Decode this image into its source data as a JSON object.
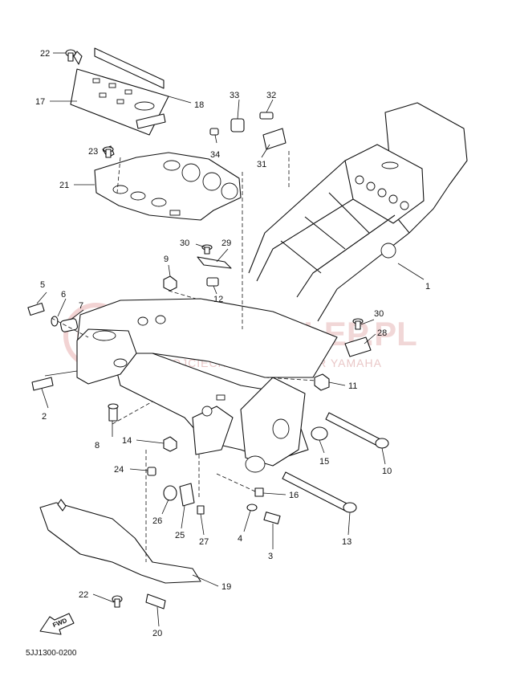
{
  "watermark": {
    "main": "YAMASKLEP.PL",
    "sub": "WOJCIECHOWSCY DEALER YAMAHA"
  },
  "diagram_code": "5JJ1300-0200",
  "fwd_label": "FWD",
  "callouts": [
    {
      "id": "1",
      "label": "1"
    },
    {
      "id": "2",
      "label": "2"
    },
    {
      "id": "3",
      "label": "3"
    },
    {
      "id": "4",
      "label": "4"
    },
    {
      "id": "5",
      "label": "5"
    },
    {
      "id": "6",
      "label": "6"
    },
    {
      "id": "7",
      "label": "7"
    },
    {
      "id": "8",
      "label": "8"
    },
    {
      "id": "9",
      "label": "9"
    },
    {
      "id": "10",
      "label": "10"
    },
    {
      "id": "11",
      "label": "11"
    },
    {
      "id": "12",
      "label": "12"
    },
    {
      "id": "13",
      "label": "13"
    },
    {
      "id": "14",
      "label": "14"
    },
    {
      "id": "15",
      "label": "15"
    },
    {
      "id": "16",
      "label": "16"
    },
    {
      "id": "17",
      "label": "17"
    },
    {
      "id": "18",
      "label": "18"
    },
    {
      "id": "19",
      "label": "19"
    },
    {
      "id": "20",
      "label": "20"
    },
    {
      "id": "21",
      "label": "21"
    },
    {
      "id": "22a",
      "label": "22"
    },
    {
      "id": "22b",
      "label": "22"
    },
    {
      "id": "23",
      "label": "23"
    },
    {
      "id": "24",
      "label": "24"
    },
    {
      "id": "25",
      "label": "25"
    },
    {
      "id": "26",
      "label": "26"
    },
    {
      "id": "27",
      "label": "27"
    },
    {
      "id": "28",
      "label": "28"
    },
    {
      "id": "29",
      "label": "29"
    },
    {
      "id": "30a",
      "label": "30"
    },
    {
      "id": "30b",
      "label": "30"
    },
    {
      "id": "31",
      "label": "31"
    },
    {
      "id": "32",
      "label": "32"
    },
    {
      "id": "33",
      "label": "33"
    },
    {
      "id": "34",
      "label": "34"
    }
  ]
}
